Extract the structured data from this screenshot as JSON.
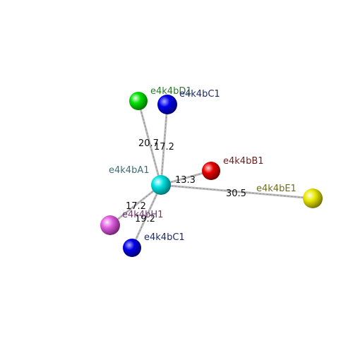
{
  "atoms": {
    "center": {
      "label": "e4k4bA1",
      "label_color": "#3a6e78",
      "color": "#00e0e0"
    },
    "d1": {
      "label": "e4k4bD1",
      "label_color": "#2d7a2d",
      "color": "#00e000"
    },
    "c1_top": {
      "label": "e4k4bC1",
      "label_color": "#1e2a6e",
      "color": "#0000e8"
    },
    "b1": {
      "label": "e4k4bB1",
      "label_color": "#6e1e1e",
      "color": "#e80000"
    },
    "e1": {
      "label": "e4k4bE1",
      "label_color": "#6e6e1e",
      "color": "#e8e800"
    },
    "h1": {
      "label": "e4k4bH1",
      "label_color": "#6e3a6e",
      "color": "#e060e0"
    },
    "c1_bot": {
      "label": "e4k4bC1",
      "label_color": "#1e2a6e",
      "color": "#0000e8"
    }
  },
  "distances": {
    "center_d1": "20.7",
    "center_c1_top": "17.2",
    "center_b1": "13.3",
    "center_e1": "30.5",
    "center_h1": "17.2",
    "center_c1_bot": "19.2"
  }
}
